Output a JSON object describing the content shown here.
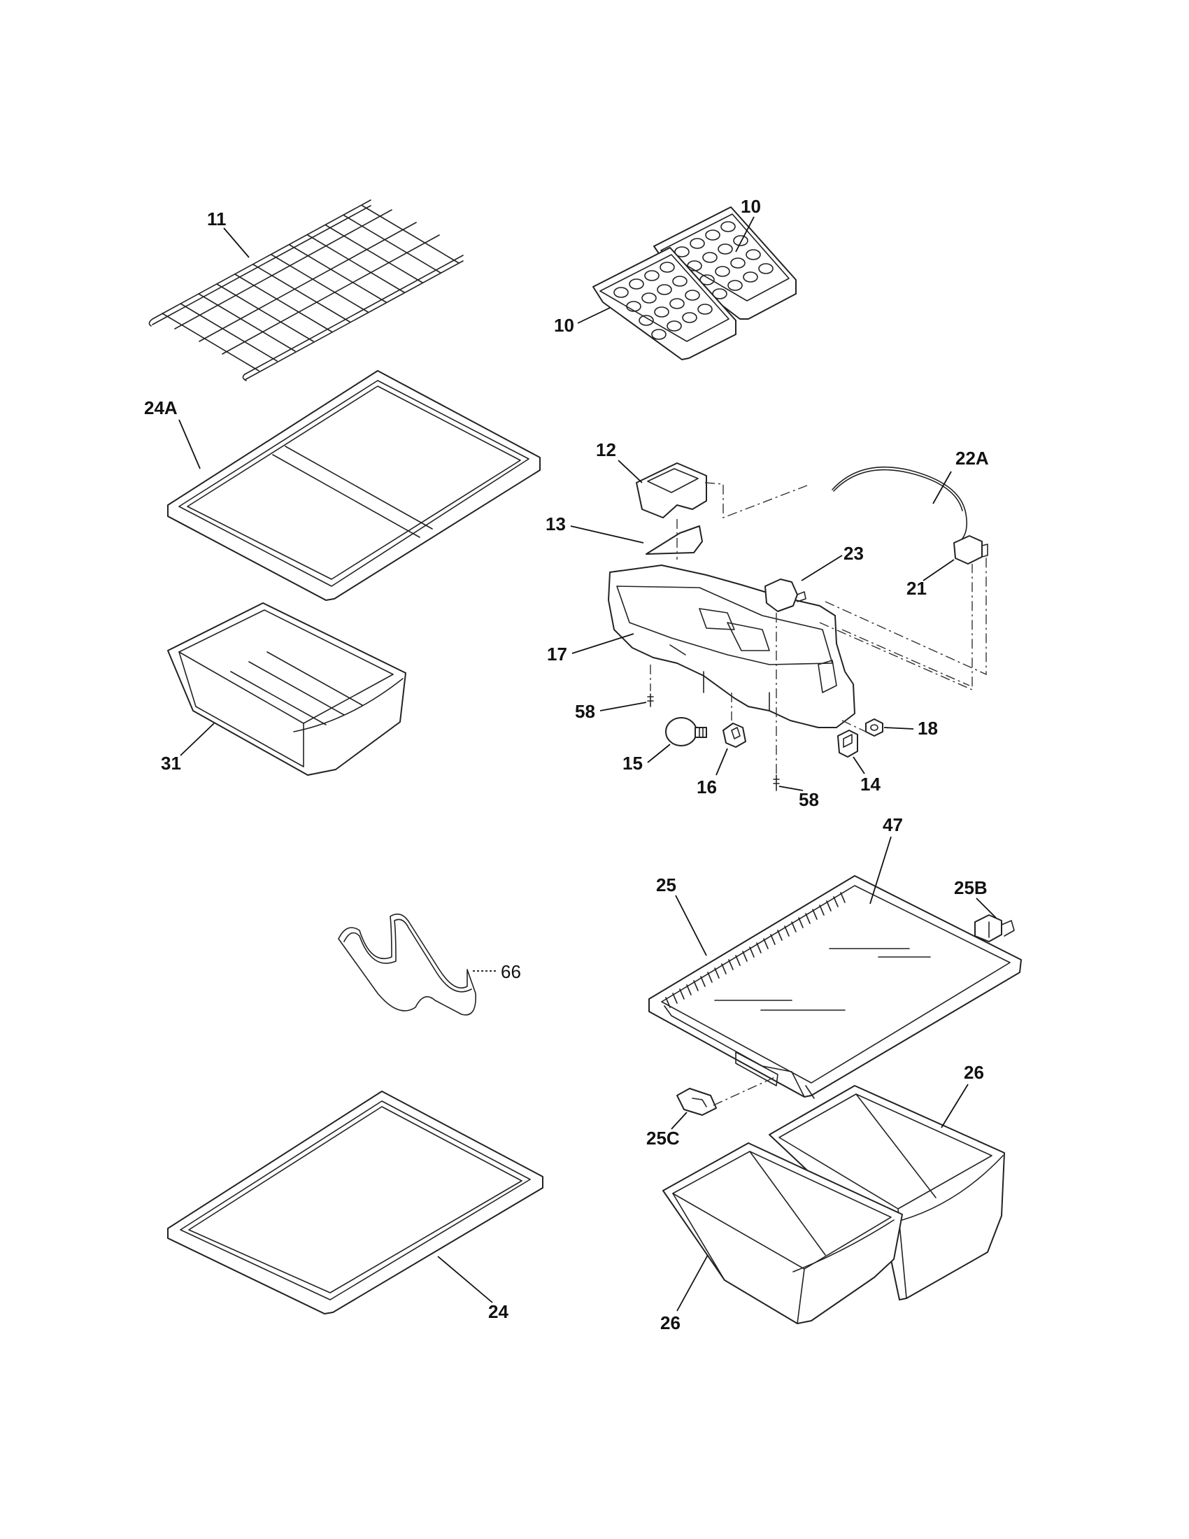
{
  "callouts": {
    "c11": "11",
    "c10a": "10",
    "c10b": "10",
    "c24A": "24A",
    "c12": "12",
    "c22A": "22A",
    "c13": "13",
    "c23": "23",
    "c21": "21",
    "c17": "17",
    "c58a": "58",
    "c18": "18",
    "c15": "15",
    "c16": "16",
    "c14": "14",
    "c58b": "58",
    "c31": "31",
    "c47": "47",
    "c25": "25",
    "c25B": "25B",
    "c66": "66",
    "c26a": "26",
    "c25C": "25C",
    "c26b": "26",
    "c24": "24"
  }
}
